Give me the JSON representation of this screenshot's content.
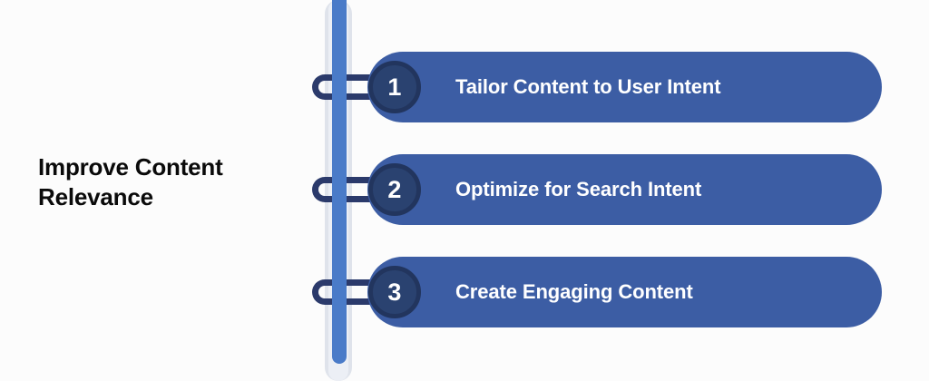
{
  "background_color": "#fcfcfc",
  "headline": {
    "text": "Improve Content\nRelevance",
    "color": "#0a0a0a"
  },
  "rail": {
    "track_color": "#e9edf4",
    "bar_color": "#4a7bc8"
  },
  "theme": {
    "pill_color": "#3c5da4",
    "circle_fill": "#2a4270",
    "circle_ring": "#22355e",
    "connector_color": "#2b3a6b",
    "label_color": "#ffffff"
  },
  "steps": [
    {
      "number": "1",
      "label": "Tailor Content to User Intent"
    },
    {
      "number": "2",
      "label": "Optimize for Search Intent"
    },
    {
      "number": "3",
      "label": "Create Engaging Content"
    }
  ]
}
